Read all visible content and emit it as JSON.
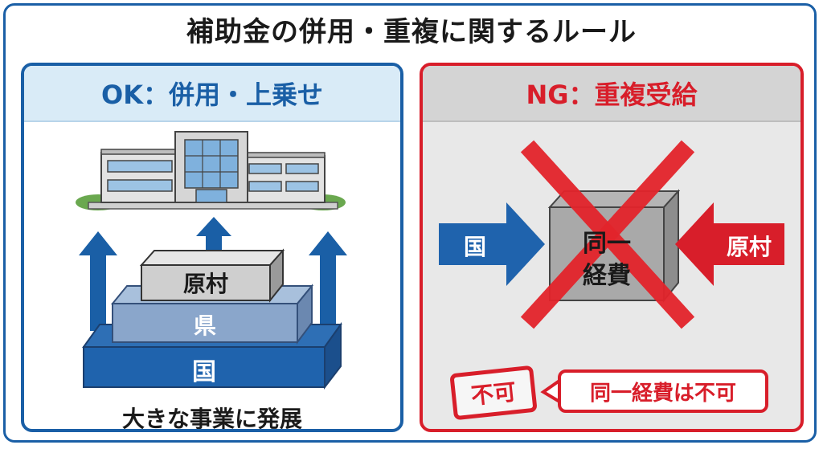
{
  "title": "補助金の併用・重複に関するルール",
  "ok_panel": {
    "header": "OK：併用・上乗せ",
    "layers": {
      "top": "原村",
      "middle": "県",
      "bottom": "国"
    },
    "caption": "大きな事業に発展"
  },
  "ng_panel": {
    "header": "NG：重複受給",
    "left_arrow": "国",
    "right_arrow": "原村",
    "box_line1": "同一",
    "box_line2": "経費",
    "stamp": "不可",
    "bubble": "同一経費は不可"
  },
  "colors": {
    "blue": "#1a5fa6",
    "red": "#d81e2a",
    "light_blue": "#d9ebf7"
  },
  "icons": [
    "building-icon",
    "up-arrow-icon",
    "right-arrow-icon",
    "left-arrow-icon",
    "cross-mark-icon"
  ]
}
